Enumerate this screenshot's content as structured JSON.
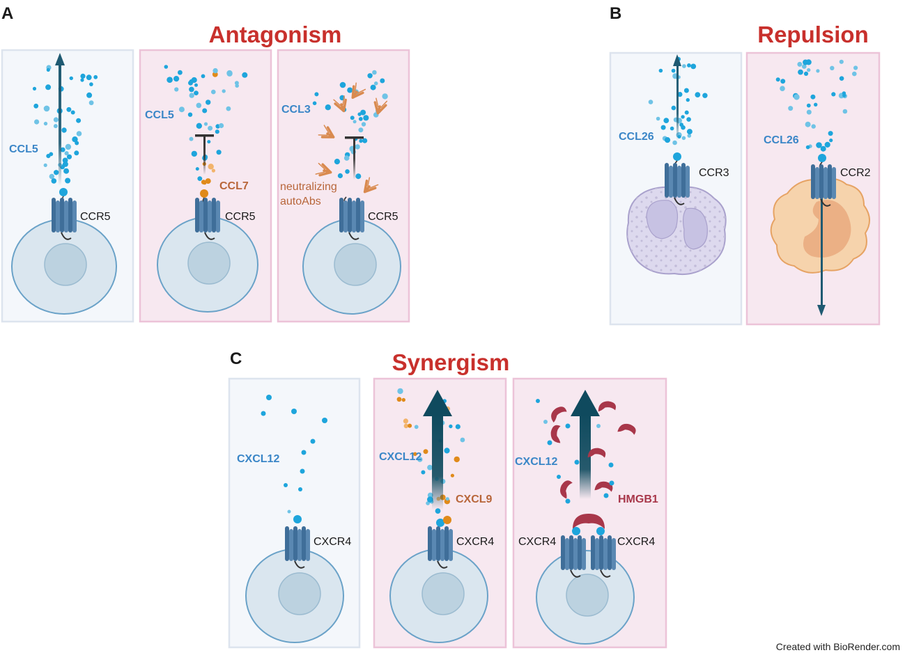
{
  "panels": {
    "a": {
      "letter": "A",
      "title": "Antagonism"
    },
    "b": {
      "letter": "B",
      "title": "Repulsion"
    },
    "c": {
      "letter": "C",
      "title": "Synergism"
    }
  },
  "labels": {
    "a1_chemokine": "CCL5",
    "a1_receptor": "CCR5",
    "a2_chemokine": "CCL5",
    "a2_antagonist": "CCL7",
    "a2_receptor": "CCR5",
    "a3_chemokine": "CCL3",
    "a3_antibody_1": "neutralizing",
    "a3_antibody_2": "autoAbs",
    "a3_receptor": "CCR5",
    "b1_chemokine": "CCL26",
    "b1_receptor": "CCR3",
    "b2_chemokine": "CCL26",
    "b2_receptor": "CCR2",
    "c1_chemokine": "CXCL12",
    "c1_receptor": "CXCR4",
    "c2_chemokine": "CXCL12",
    "c2_partner": "CXCL9",
    "c2_receptor": "CXCR4",
    "c3_chemokine": "CXCL12",
    "c3_partner": "HMGB1",
    "c3_receptor_left": "CXCR4",
    "c3_receptor_right": "CXCR4"
  },
  "credit": "Created with BioRender.com",
  "colors": {
    "title_red": "#c8302c",
    "chemokine_blue": "#3a86c7",
    "antagonist_orange": "#b8663a",
    "hmgb1_red": "#a8374a",
    "arrow_teal": "#1f5a72",
    "receptor_blue": "#3f6e99"
  }
}
